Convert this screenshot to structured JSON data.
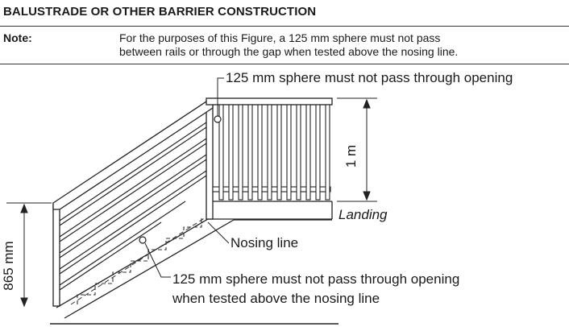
{
  "title": "BALUSTRADE OR OTHER BARRIER CONSTRUCTION",
  "note": {
    "label": "Note:",
    "line1": "For the purposes of this Figure, a 125 mm sphere must not pass",
    "line2": "between rails or through the gap when tested above the nosing line."
  },
  "labels": {
    "sphere_top": "125 mm sphere must not pass through opening",
    "height_landing": "1 m",
    "landing": "Landing",
    "nosing": "Nosing line",
    "sphere_bottom_1": "125 mm sphere must not pass through opening",
    "sphere_bottom_2": "when tested above the nosing line",
    "height_stair": "865 mm"
  }
}
